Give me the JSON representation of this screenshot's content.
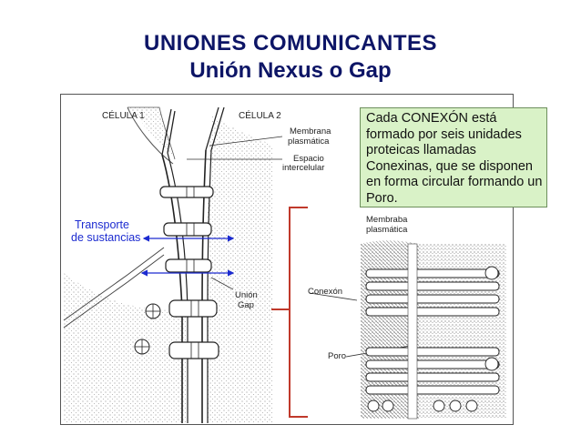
{
  "slide": {
    "title_line1": "UNIONES  COMUNICANTES",
    "title_line2": "Unión  Nexus o Gap"
  },
  "callout": {
    "lines": [
      "Cada CONEXÓN está",
      "formado por seis unidades",
      "proteicas llamadas",
      "Conexinas, que se disponen",
      "en forma circular formando un",
      "Poro."
    ]
  },
  "diagram_labels": {
    "cell1": "CÉLULA 1",
    "cell2": "CÉLULA  2",
    "membrana_l1": "Membrana",
    "membrana_l2": "plasmática",
    "espacio_l1": "Espacio",
    "espacio_l2": "intercelular",
    "transporte_l1": "Transporte",
    "transporte_l2": "de sustancias",
    "union_l1": "Unión",
    "union_l2": "Gap",
    "membraba_l1": "Membraba",
    "membraba_l2": "plasmática",
    "conexon": "Conexón",
    "poro": "Poro"
  },
  "colors": {
    "title": "#0d1566",
    "callout_bg": "#d9f2c7",
    "transport": "#1c2bd0",
    "bracket": "#c0392b"
  }
}
